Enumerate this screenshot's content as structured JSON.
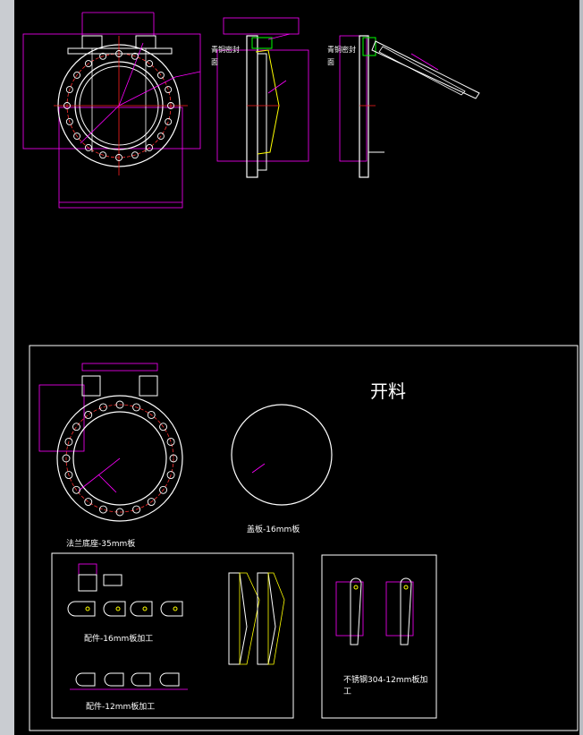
{
  "window": {
    "background": "#000000",
    "side_panel_color": "#c9ccd1"
  },
  "colors": {
    "line": "#ffffff",
    "dimension": "#ff00ff",
    "centerline": "#ff2020",
    "accent_green": "#00ff00",
    "accent_yellow": "#ffff00"
  },
  "drawing": {
    "side_view_seal_label_1": "青铜密封",
    "side_view_seal_label_1b": "面",
    "side_view_seal_label_2": "青铜密封",
    "side_view_seal_label_2b": "面"
  },
  "layout_sheet": {
    "title": "开料",
    "flange_caption": "法兰底座-35mm板",
    "cover_caption": "盖板-16mm板",
    "parts16_caption": "配件-16mm板加工",
    "parts12_caption": "配件-12mm板加工",
    "stainless_caption_1": "不锈钢304-12mm板加",
    "stainless_caption_2": "工"
  }
}
